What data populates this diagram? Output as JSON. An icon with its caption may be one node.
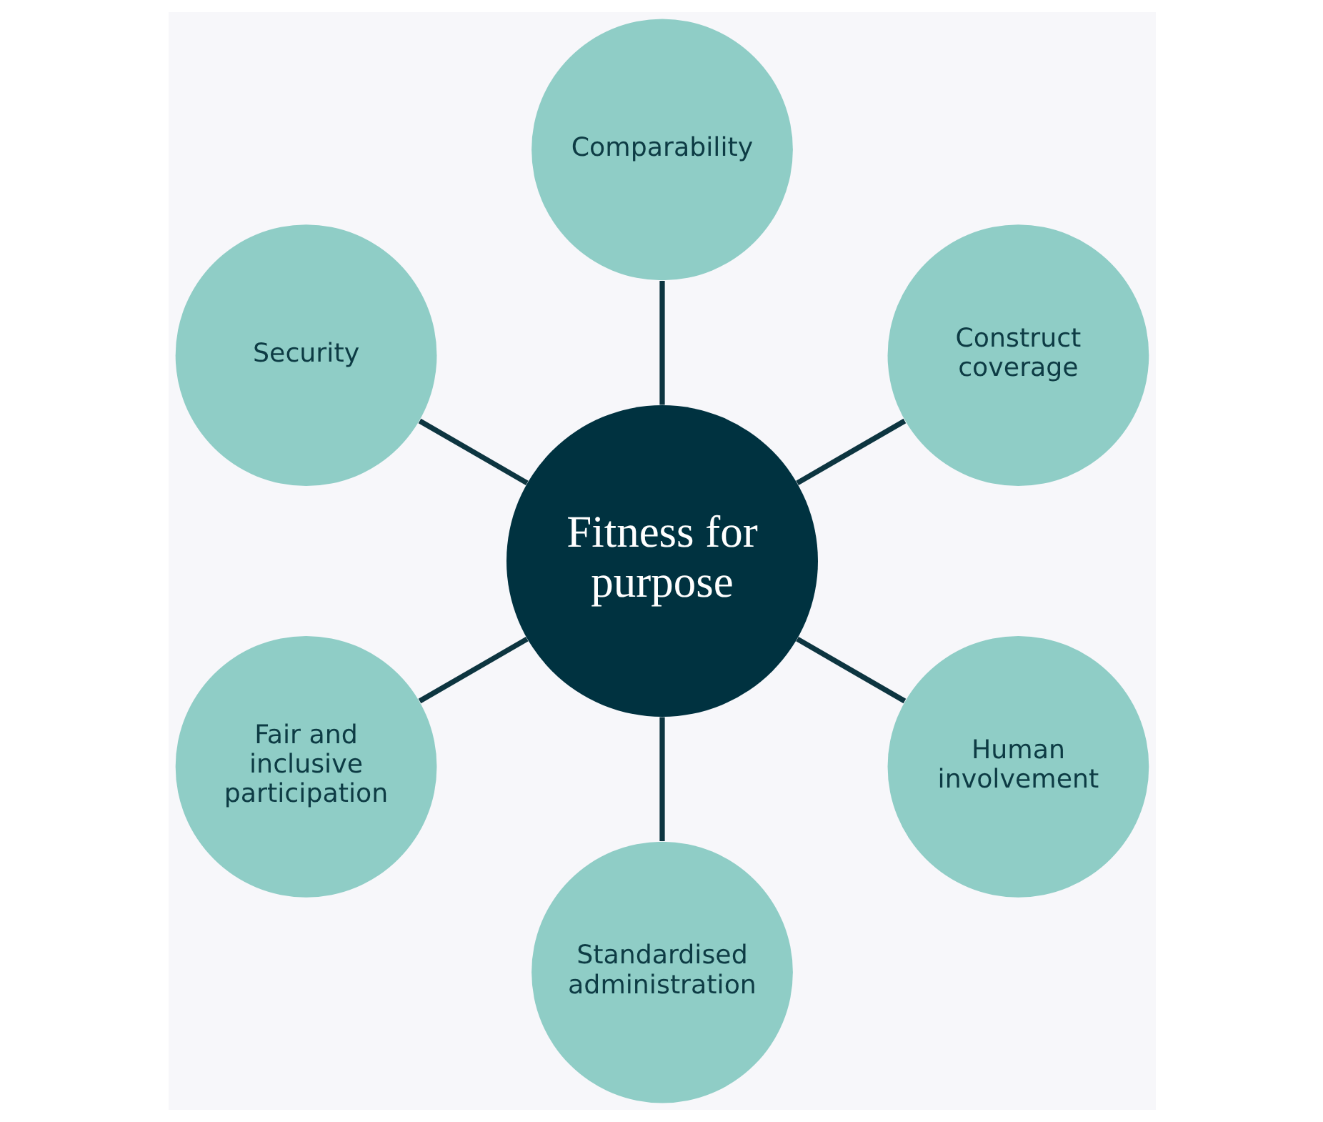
{
  "diagram": {
    "nodes": [
      {
        "text": [
          "Fitness for purpose"
        ]
      },
      {
        "text": [
          "Construct coverage"
        ]
      },
      {
        "text": [
          "Comparability"
        ]
      },
      {
        "text": [
          "Security"
        ]
      },
      {
        "text": [
          "Fair and inclusive participation"
        ]
      },
      {
        "text": [
          "Standardised administration"
        ]
      },
      {
        "text": [
          "Human involvement"
        ]
      }
    ],
    "edges": [
      {
        "from": 0,
        "to": 1,
        "arrow": "none"
      },
      {
        "from": 0,
        "to": 3,
        "arrow": "none"
      },
      {
        "from": 0,
        "to": 5,
        "arrow": "none"
      },
      {
        "from": 0,
        "to": 6,
        "arrow": "none"
      },
      {
        "from": 0,
        "to": 4,
        "arrow": "none"
      },
      {
        "from": 0,
        "to": 2,
        "arrow": "none"
      }
    ]
  }
}
